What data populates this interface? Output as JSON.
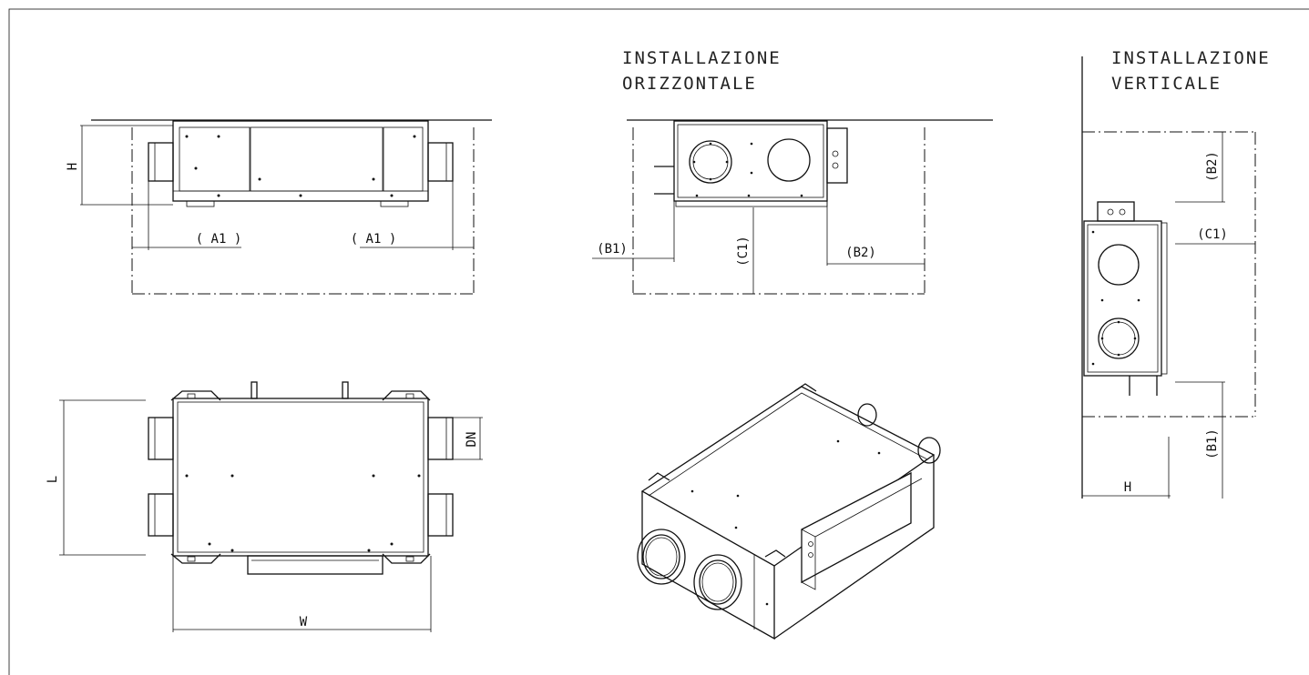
{
  "titles": {
    "horizontal_line1": "INSTALLAZIONE",
    "horizontal_line2": "ORIZZONTALE",
    "vertical_line1": "INSTALLAZIONE",
    "vertical_line2": "VERTICALE"
  },
  "labels": {
    "h": "H",
    "a1_left": "( A1 )",
    "a1_right": "( A1 )",
    "b1": "(B1)",
    "c1": "(C1)",
    "b2": "(B2)",
    "l": "L",
    "dn": "DN",
    "w": "W",
    "v_b2": "(B2)",
    "v_c1": "(C1)",
    "v_b1": "(B1)",
    "v_h": "H"
  }
}
